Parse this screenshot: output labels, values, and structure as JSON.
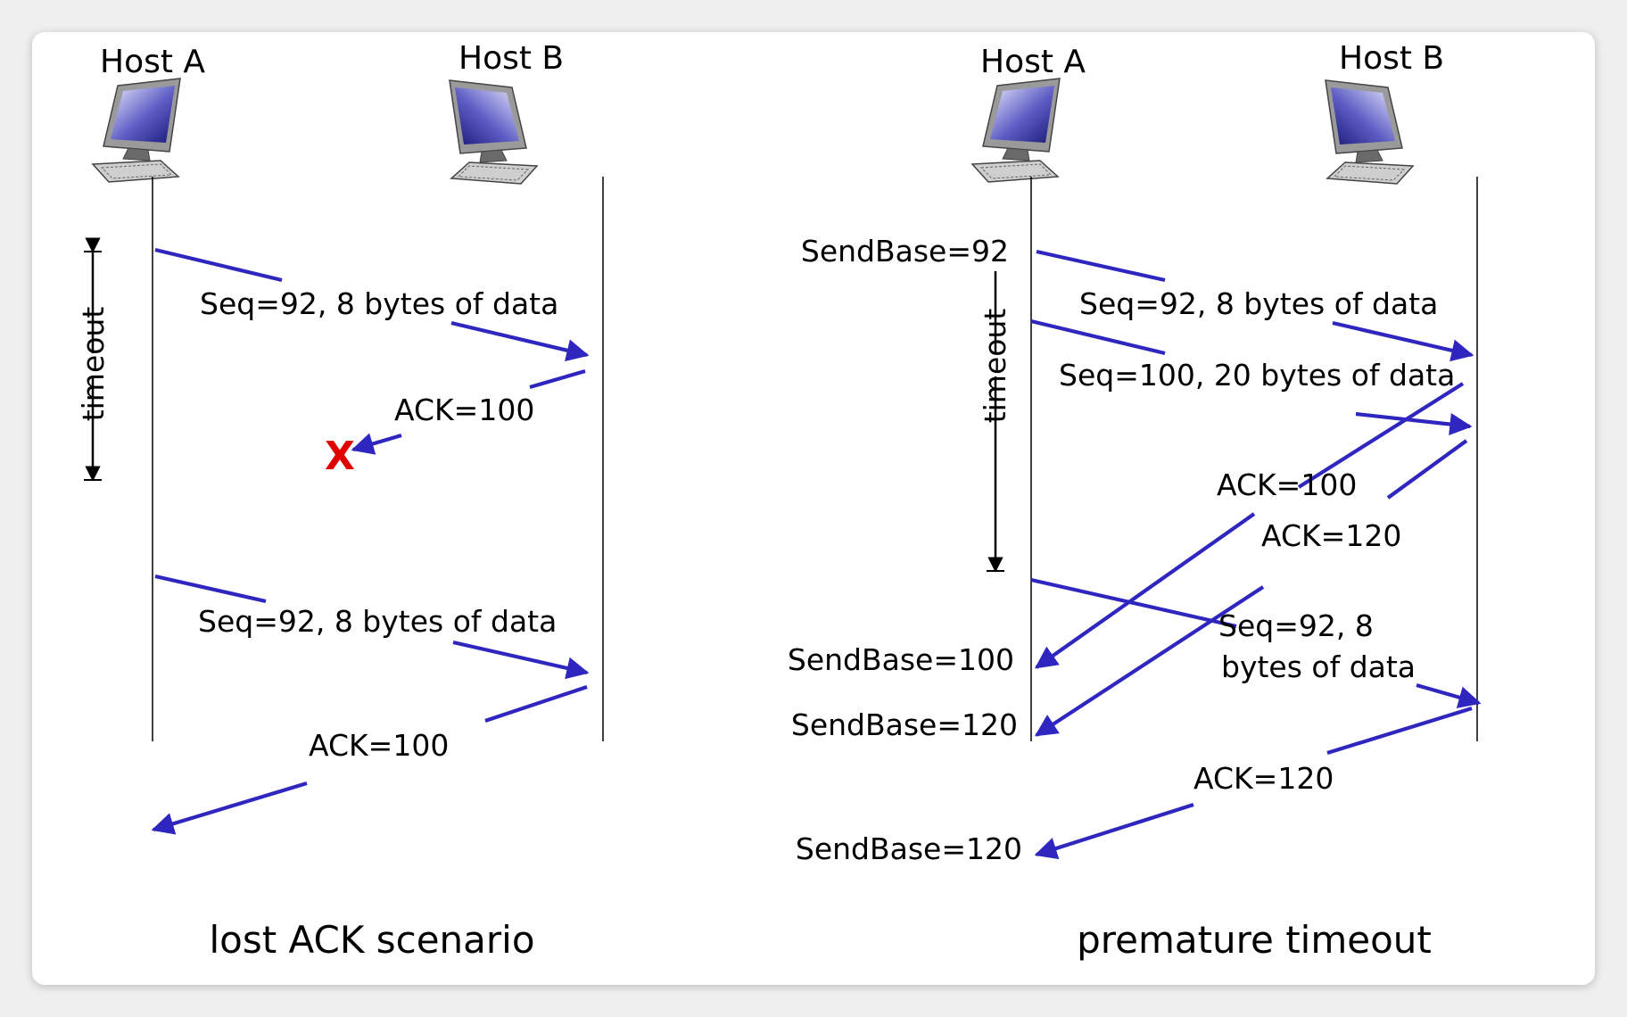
{
  "colors": {
    "arrow": "#2f26c0",
    "lost_mark": "#e00000",
    "background": "#efefef",
    "card": "#ffffff"
  },
  "icons": {
    "host_a": "desktop-computer-icon",
    "host_b": "desktop-computer-icon"
  },
  "left": {
    "host_a": "Host A",
    "host_b": "Host B",
    "timeout": "timeout",
    "msg1": "Seq=92, 8 bytes of data",
    "ack1": "ACK=100",
    "lost_mark": "X",
    "msg2": "Seq=92, 8 bytes of data",
    "ack2": "ACK=100",
    "caption": "lost ACK scenario"
  },
  "right": {
    "host_a": "Host A",
    "host_b": "Host B",
    "timeout": "timeout",
    "sendbase1": "SendBase=92",
    "msg1": "Seq=92, 8 bytes of data",
    "msg2": "Seq=100, 20 bytes of data",
    "ack1": "ACK=100",
    "ack2": "ACK=120",
    "msg3_line1": "Seq=92,  8",
    "msg3_line2": "bytes of data",
    "sendbase2": "SendBase=100",
    "sendbase3": "SendBase=120",
    "ack3": "ACK=120",
    "sendbase4": "SendBase=120",
    "caption": "premature timeout"
  }
}
